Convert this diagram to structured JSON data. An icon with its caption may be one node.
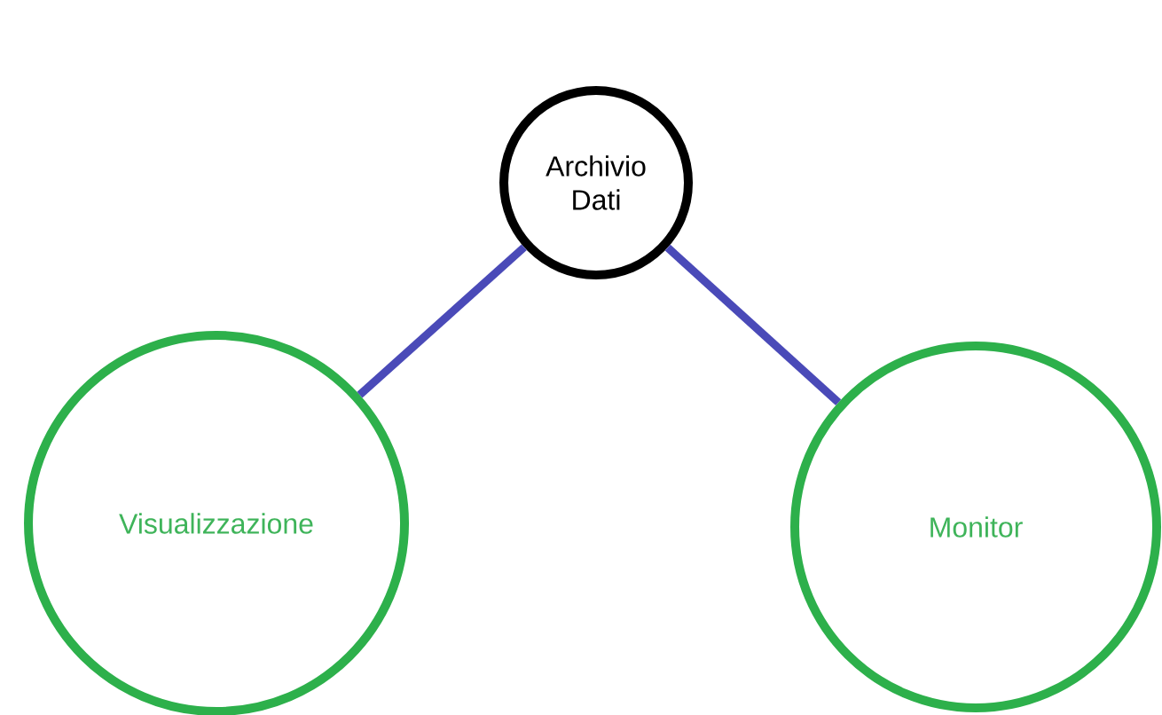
{
  "diagram": {
    "nodes": [
      {
        "text": [
          "Archivio Dati"
        ]
      },
      {
        "text": [
          "Visualizzazione"
        ]
      },
      {
        "text": [
          "Monitor"
        ]
      }
    ],
    "edges": [
      {
        "from": 0,
        "to": 1,
        "arrow": "none"
      },
      {
        "from": 0,
        "to": 2,
        "arrow": "none"
      }
    ]
  }
}
